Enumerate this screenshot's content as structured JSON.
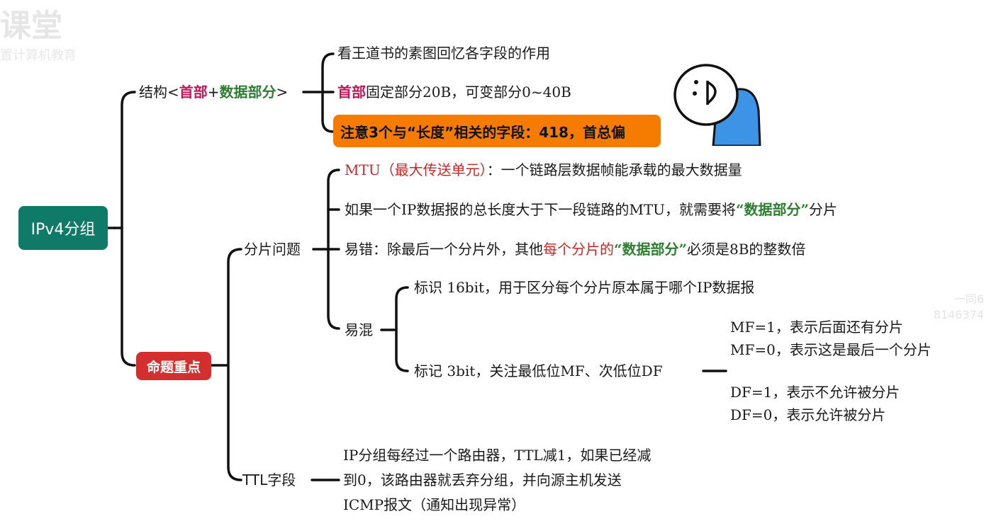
{
  "watermark": {
    "logo": "课堂",
    "sub": "置计算机教育",
    "side1": "一同6",
    "side2": "8146374"
  },
  "root": {
    "label": "IPv4分组"
  },
  "structure": {
    "prefix": "结构<",
    "header": "首部",
    "plus": "+",
    "data_part": "数据部分",
    "suffix": ">",
    "items": {
      "item1": "看王道书的素图回忆各字段的作用",
      "item2_header": "首部",
      "item2_rest": "固定部分20B，可变部分0~40B",
      "item3": "注意3个与“长度”相关的字段：418，首总偏"
    }
  },
  "exam": {
    "label": "命题重点",
    "frag": {
      "label": "分片问题",
      "mtu_title": "MTU（最大传送单元）",
      "mtu_desc": "：一个链路层数据帧能承载的最大数据量",
      "rule_pre": "如果一个IP数据报的总长度大于下一段链路的MTU，就需要将",
      "rule_bold": "“数据部分”",
      "rule_post": "分片",
      "err_pre": "易错：除最后一个分片外，其他",
      "err_red": "每个分片的",
      "err_green": "“数据部分”",
      "err_post": "必须是8B的整数倍",
      "confuse": {
        "label": "易混",
        "id_field": "标识 16bit，用于区分每个分片原本属于哪个IP数据报",
        "flag_field": "标记 3bit，关注最低位MF、次低位DF",
        "mf1": "MF=1，表示后面还有分片",
        "mf0": "MF=0，表示这是最后一个分片",
        "df1": "DF=1，表示不允许被分片",
        "df0": "DF=0，表示允许被分片"
      }
    },
    "ttl": {
      "label": "TTL字段",
      "line1": "IP分组每经过一个路由器，TTL减1，如果已经减",
      "line2": "到0，该路由器就丢弃分组，并向源主机发送",
      "line3": "ICMP报文（通知出现异常）"
    }
  }
}
